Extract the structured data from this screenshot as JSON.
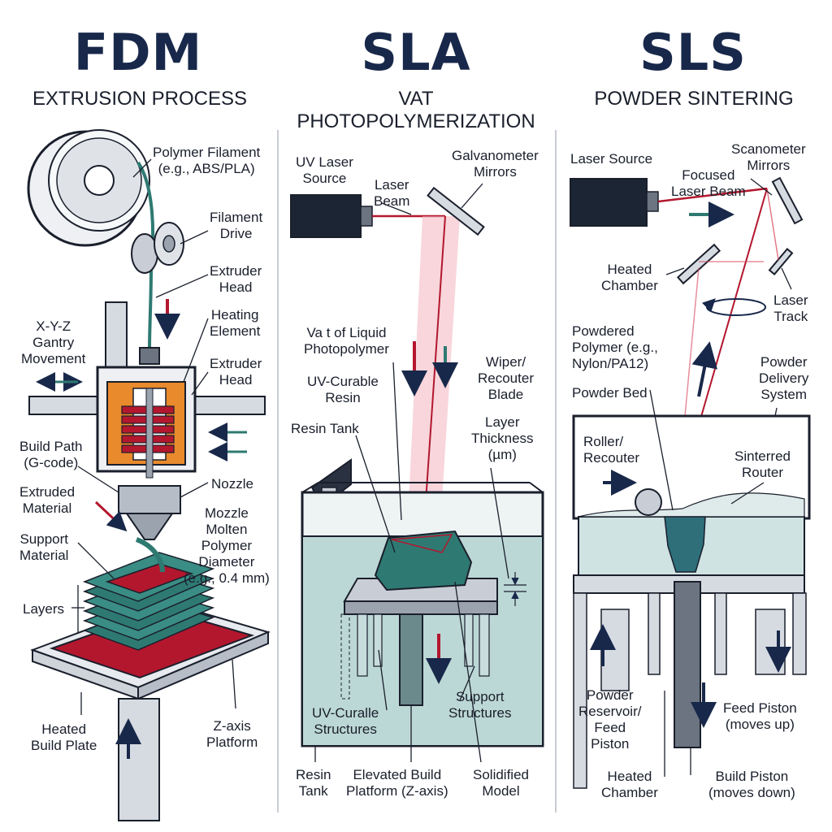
{
  "fdm": {
    "title": "FDM",
    "subtitle": "EXTRUSION PROCESS",
    "labels": {
      "filament": "Polymer Filament\n(e.g., ABS/PLA)",
      "drive": "Filament\nDrive",
      "extruder_head_1": "Extruder\nHead",
      "heating": "Heating\nElement",
      "gantry": "X-Y-Z\nGantry\nMovement",
      "extruder_head_2": "Extruder\nHead",
      "build_path": "Build Path\n(G-code)",
      "nozzle": "Nozzle",
      "extruded": "Extruded\nMaterial",
      "mozzle": "Mozzle\nMolten\nPolymer\nDiameter\n(e.g., 0.4 mm)",
      "support": "Support\nMaterial",
      "layers": "Layers",
      "plate": "Heated\nBuild Plate",
      "zaxis": "Z-axis\nPlatform"
    }
  },
  "sla": {
    "title": "SLA",
    "subtitle": "VAT PHOTOPOLYMERIZATION",
    "labels": {
      "uv_source": "UV Laser\nSource",
      "beam": "Laser\nBeam",
      "galvo": "Galvanometer\nMirrors",
      "vat": "Va t of Liquid\nPhotopolymer",
      "uv_resin": "UV-Curable\nResin",
      "wiper": "Wiper/\nRecouter\nBlade",
      "resin_tank": "Resin Tank",
      "layer": "Layer\nThickness\n(µm)",
      "uv_struct": "UV-Curalle\nStructures",
      "support": "Support\nStructures",
      "resin_tank_2": "Resin\nTank",
      "platform": "Elevated Build\nPlatform (Z-axis)",
      "model": "Solidified\nModel"
    }
  },
  "sls": {
    "title": "SLS",
    "subtitle": "POWDER SINTERING",
    "labels": {
      "laser_source": "Laser Source",
      "scanometer": "Scanometer\nMirrors",
      "focused": "Focused\nLaser Beam",
      "heated_chamber": "Heated\nChamber",
      "laser_track": "Laser\nTrack",
      "powdered": "Powdered\nPolymer (e.g.,\nNylon/PA12)",
      "delivery": "Powder\nDelivery\nSystem",
      "bed": "Powder Bed",
      "roller": "Roller/\nRecouter",
      "sintered": "Sinterred\nRouter",
      "reservoir": "Powder\nReservoir/\nFeed\nPiston",
      "feed": "Feed Piston\n(moves up)",
      "heated_chamber_2": "Heated\nChamber",
      "build_piston": "Build Piston\n(moves down)"
    }
  },
  "colors": {
    "navy": "#18284a",
    "teal": "#2e7a72",
    "crimson": "#b3172e",
    "orange": "#e98a2c",
    "laser": "#d8435a",
    "liquid": "#bcd8d6",
    "powder": "#cfe3e3"
  }
}
